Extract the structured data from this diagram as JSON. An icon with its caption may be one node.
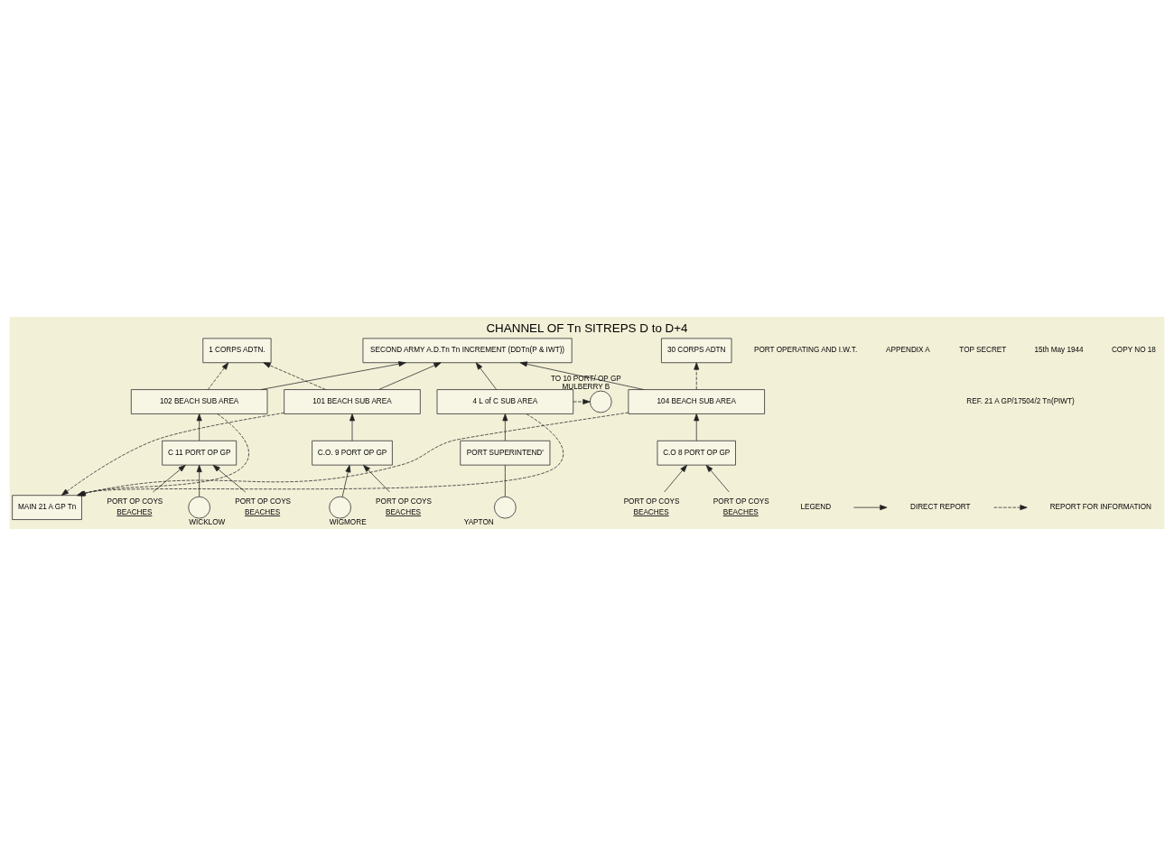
{
  "diagram": {
    "title": "CHANNEL OF Tn SITREPS D to D+4",
    "nodes": [
      {
        "text": [
          "SECOND ARMY A.D.Tn Tn INCREMENT (DDTn(P & IWT))"
        ]
      },
      {
        "text": [
          "1 CORPS ADTN."
        ]
      },
      {
        "text": [
          "30 CORPS ADTN"
        ]
      },
      {
        "text": [
          "101 BEACH SUB AREA"
        ]
      },
      {
        "text": [
          "102 BEACH SUB AREA"
        ]
      },
      {
        "text": [
          "104 BEACH SUB AREA"
        ]
      },
      {
        "text": [
          "4 L of C SUB AREA"
        ]
      },
      {
        "text": [
          "C.O. 9 PORT OP GP"
        ]
      },
      {
        "text": [
          "C 11 PORT OP GP"
        ]
      },
      {
        "text": [
          "C.O 8 PORT OP GP"
        ]
      },
      {
        "text": [
          "PORT SUPERINTEND'"
        ]
      },
      {
        "text": [],
        "shape": "circle",
        "beside": [
          "WIGMORE"
        ]
      },
      {
        "text": [],
        "shape": "circle",
        "beside": [
          "WICKLOW"
        ]
      },
      {
        "text": [],
        "shape": "circle",
        "beside": [
          "TO 10 PORT/ OP GP",
          "MULBERRY B"
        ]
      },
      {
        "text": [],
        "shape": "circle",
        "beside": [
          "YAPTON"
        ]
      },
      {
        "text": [
          "MAIN 21 A GP Tn"
        ]
      },
      {
        "text": [
          "PORT OP COYS",
          "BEACHES"
        ]
      },
      {
        "text": [
          "PORT OP COYS",
          "BEACHES"
        ]
      },
      {
        "text": [
          "PORT OP COYS",
          "BEACHES"
        ]
      },
      {
        "text": [
          "PORT OP COYS",
          "BEACHES"
        ]
      },
      {
        "text": [
          "PORT OP COYS",
          "BEACHES"
        ]
      }
    ],
    "edges": [
      {
        "from": 3,
        "to": 0,
        "arrow": "to"
      },
      {
        "from": 4,
        "to": 0,
        "arrow": "to"
      },
      {
        "from": 5,
        "to": 0,
        "arrow": "to"
      },
      {
        "from": 6,
        "to": 0,
        "arrow": "to"
      },
      {
        "from": 3,
        "to": 1,
        "arrow": "to",
        "style": "dashed"
      },
      {
        "from": 4,
        "to": 1,
        "arrow": "to",
        "style": "dashed"
      },
      {
        "from": 5,
        "to": 2,
        "arrow": "to",
        "style": "dashed"
      },
      {
        "from": 7,
        "to": 3,
        "arrow": "to"
      },
      {
        "from": 8,
        "to": 4,
        "arrow": "to"
      },
      {
        "from": 9,
        "to": 5,
        "arrow": "to"
      },
      {
        "from": 10,
        "to": 6,
        "arrow": "to"
      },
      {
        "from": 11,
        "to": 7,
        "arrow": "to"
      },
      {
        "from": 16,
        "to": 7,
        "arrow": "to"
      },
      {
        "from": 17,
        "to": 8,
        "arrow": "to"
      },
      {
        "from": 12,
        "to": 8,
        "arrow": "to"
      },
      {
        "from": 18,
        "to": 8,
        "arrow": "to"
      },
      {
        "from": 19,
        "to": 9,
        "arrow": "to"
      },
      {
        "from": 20,
        "to": 9,
        "arrow": "to"
      },
      {
        "from": 6,
        "to": 13,
        "arrow": "to",
        "style": "dashed"
      },
      {
        "from": 14,
        "to": 10,
        "arrow": "none"
      },
      {
        "from": 3,
        "to": 15,
        "arrow": "to",
        "style": "dashed"
      },
      {
        "from": 4,
        "to": 15,
        "arrow": "to",
        "style": "dashed"
      },
      {
        "from": 5,
        "to": 15,
        "arrow": "to",
        "style": "dashed"
      },
      {
        "from": 6,
        "to": 15,
        "arrow": "to",
        "style": "dashed"
      }
    ],
    "labels": [
      "PORT OPERATING AND I.W.T.",
      "APPENDIX A",
      "TOP SECRET",
      "COPY NO 18",
      "REF. 21 A GP/17504/2 Tn(PIWT)",
      "15th May 1944",
      "LEGEND"
    ],
    "legend": [
      {
        "text": "DIRECT REPORT"
      },
      {
        "text": "REPORT FOR INFORMATION"
      }
    ]
  }
}
